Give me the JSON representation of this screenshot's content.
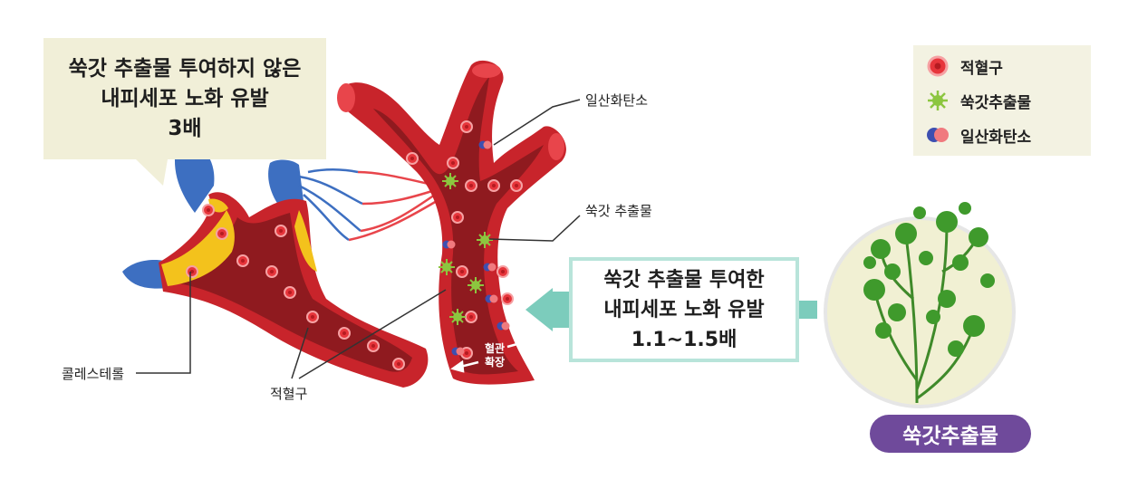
{
  "callout_left": {
    "line1": "쑥갓 추출물 투여하지 않은",
    "line2": "내피세포 노화 유발",
    "line3": "3배"
  },
  "callout_right": {
    "line1": "쑥갓 추출물 투여한",
    "line2": "내피세포 노화 유발",
    "line3": "1.1~1.5배"
  },
  "legend": {
    "items": [
      {
        "label": "적혈구",
        "icon": "red-blood-cell-icon"
      },
      {
        "label": "쑥갓추출물",
        "icon": "extract-particle-icon"
      },
      {
        "label": "일산화탄소",
        "icon": "carbon-monoxide-icon"
      }
    ]
  },
  "labels": {
    "carbon_monoxide": "일산화탄소",
    "extract": "쑥갓 추출물",
    "cholesterol": "콜레스테롤",
    "rbc": "적혈구",
    "dilation_line1": "혈관",
    "dilation_line2": "확장"
  },
  "badge": "쑥갓추출물",
  "colors": {
    "vessel_red": "#c8242b",
    "vessel_dark": "#8f1a1f",
    "vein_blue": "#3d6fc1",
    "plaque_yellow": "#f3c21c",
    "extract_green": "#8cc63f",
    "arrow_teal": "#7cccbc",
    "badge_purple": "#6f4a9b"
  }
}
